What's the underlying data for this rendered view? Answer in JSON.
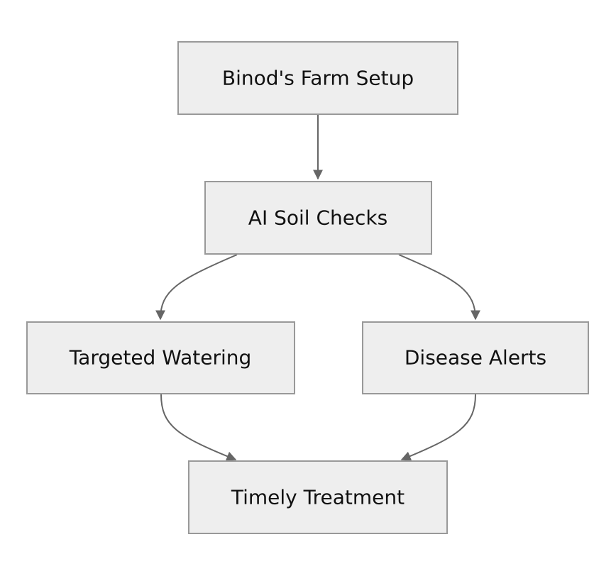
{
  "nodes": {
    "farm_setup": "Binod's Farm Setup",
    "soil_checks": "AI Soil Checks",
    "targeted_watering": "Targeted Watering",
    "disease_alerts": "Disease Alerts",
    "timely_treatment": "Timely Treatment"
  },
  "edges": [
    {
      "from": "farm_setup",
      "to": "soil_checks"
    },
    {
      "from": "soil_checks",
      "to": "targeted_watering"
    },
    {
      "from": "soil_checks",
      "to": "disease_alerts"
    },
    {
      "from": "targeted_watering",
      "to": "timely_treatment"
    },
    {
      "from": "disease_alerts",
      "to": "timely_treatment"
    }
  ],
  "colors": {
    "node_fill": "#eeeeee",
    "node_stroke": "#999999",
    "edge": "#666666",
    "text": "#111111"
  }
}
